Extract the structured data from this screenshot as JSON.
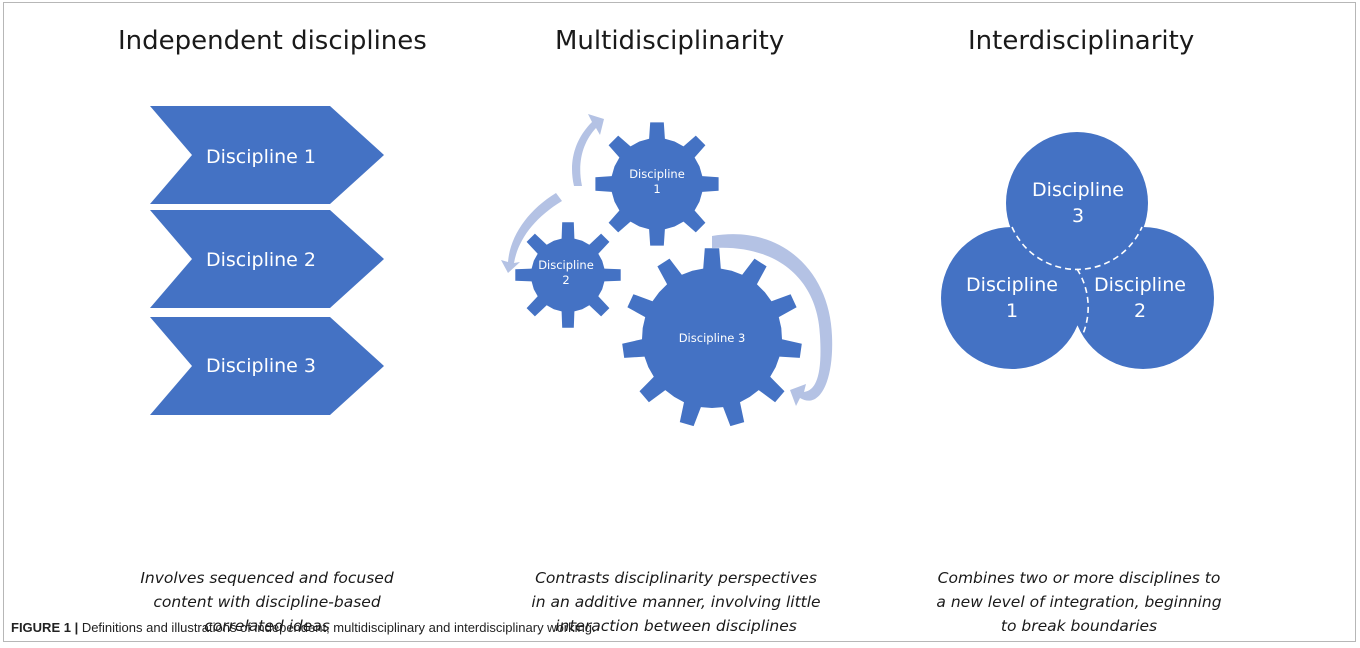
{
  "columns": {
    "independent": {
      "title": "Independent disciplines",
      "description": "Involves sequenced and focused\ncontent with discipline-based\ncorrelated ideas",
      "items": [
        "Discipline 1",
        "Discipline 2",
        "Discipline 3"
      ]
    },
    "multi": {
      "title": "Multidisciplinarity",
      "description": "Contrasts disciplinarity perspectives\nin an additive manner, involving little\ninteraction between disciplines",
      "gears": [
        {
          "line1": "Discipline",
          "line2": "1"
        },
        {
          "line1": "Discipline",
          "line2": "2"
        },
        {
          "line1": "Discipline 3",
          "line2": ""
        }
      ]
    },
    "inter": {
      "title": "Interdisciplinarity",
      "description": "Combines two or more disciplines to\na new level of integration, beginning\nto break boundaries",
      "circles": [
        {
          "line1": "Discipline",
          "line2": "3"
        },
        {
          "line1": "Discipline",
          "line2": "1"
        },
        {
          "line1": "Discipline",
          "line2": "2"
        }
      ]
    }
  },
  "caption": {
    "label": "FIGURE 1 |",
    "text": " Definitions and illustrations of independent, multidisciplinary and interdisciplinary working."
  },
  "colors": {
    "shape_fill": "#4472c4",
    "arrow_fill": "#b4c2e4",
    "dash": "#ffffff"
  }
}
